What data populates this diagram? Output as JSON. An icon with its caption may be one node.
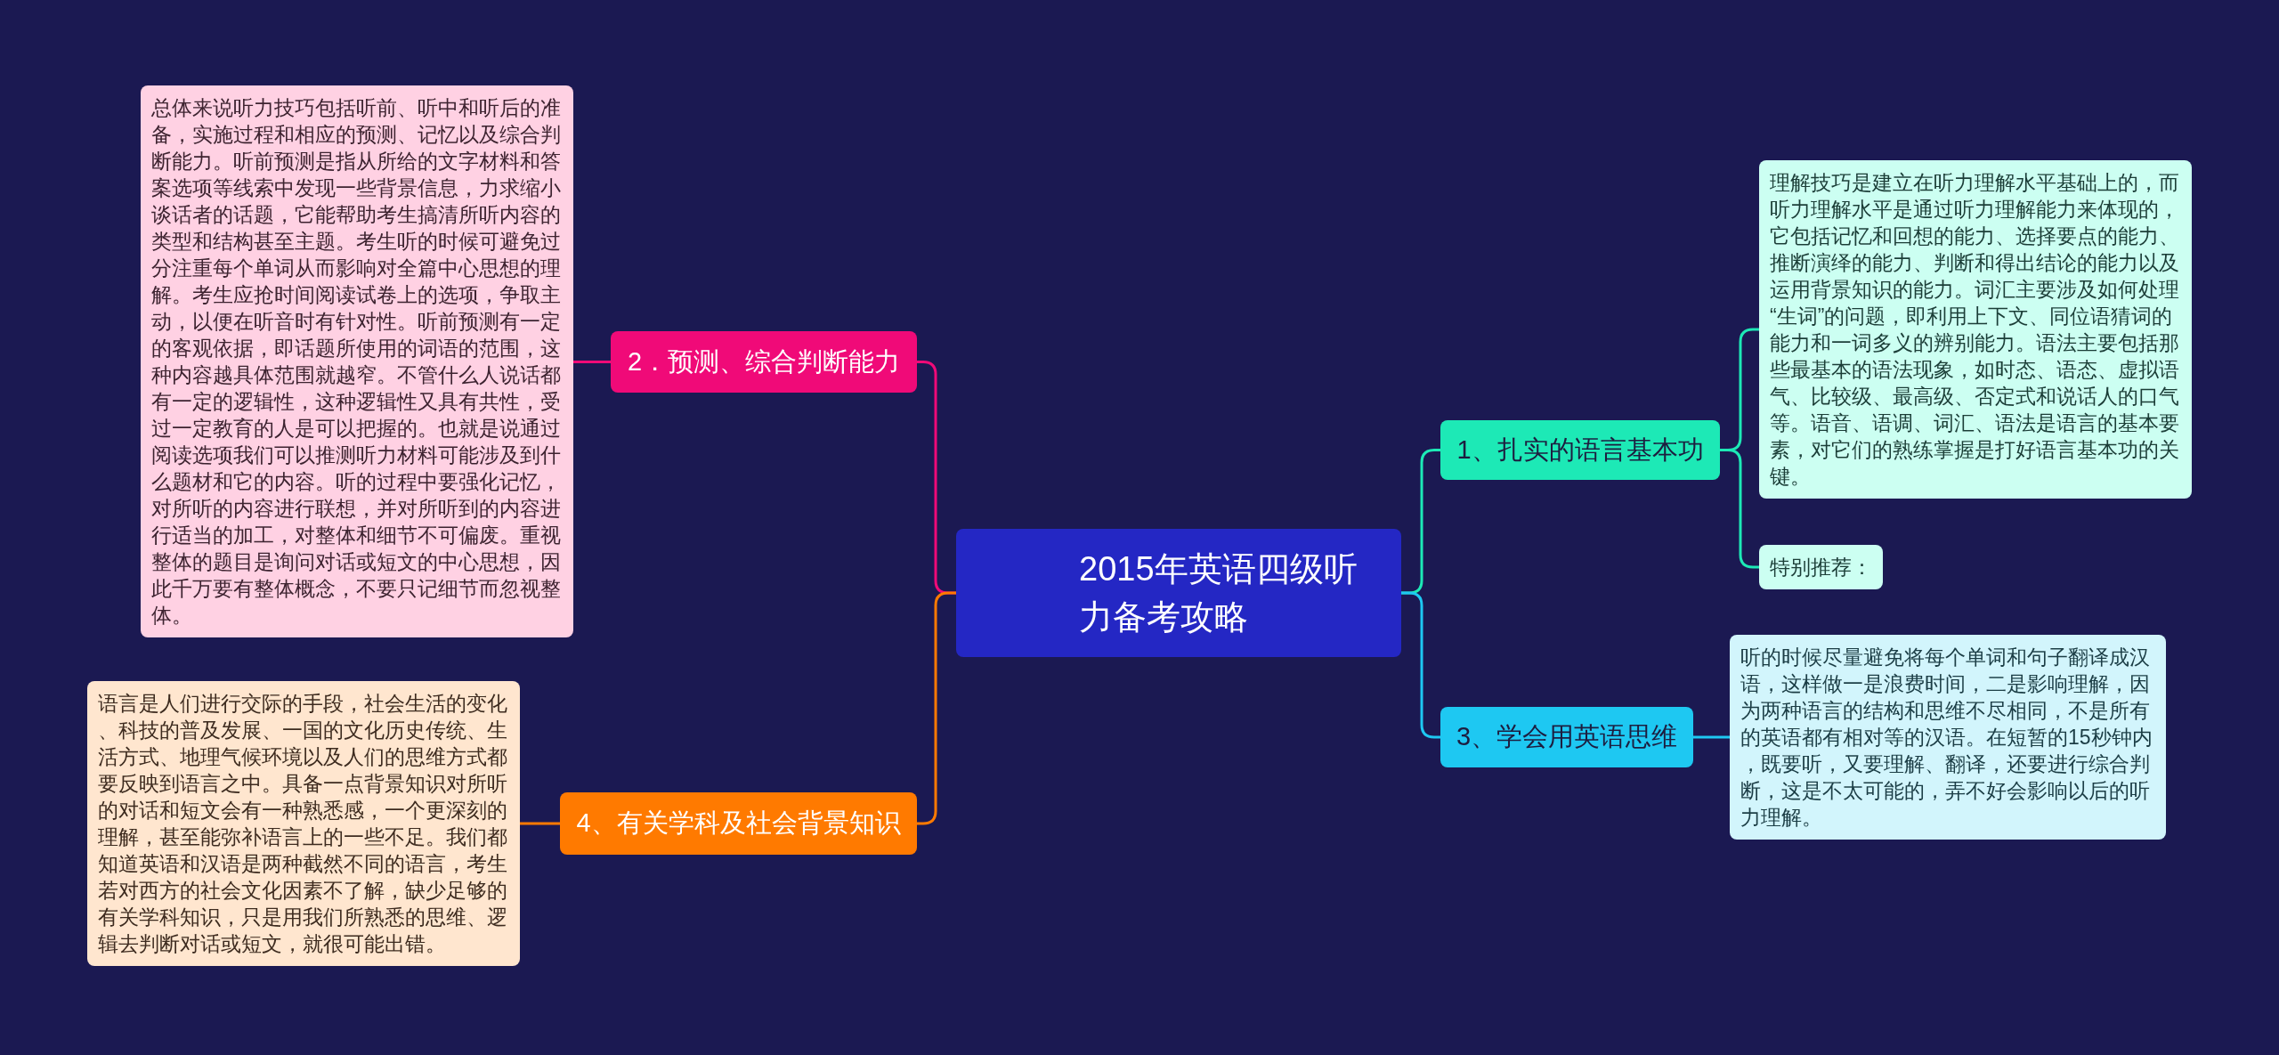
{
  "diagram": {
    "nodes": [
      {
        "text": [
          "2015年英语四级听力备考攻略"
        ]
      },
      {
        "text": [
          "1、扎实的语言基本功"
        ]
      },
      {
        "text": [
          "理解技巧是建立在听力理解水平基础上的，而听力理解水平是通过听力理解能力来体现的，它包括记忆和回想的能力、选择要点的能力、推断演绎的能力、判断和得出结论的能力以及运用背景知识的能力。词汇主要涉及如何处理“生词”的问题，即利用上下文、同位语猜词的能力和一词多义的辨别能力。语法主要包括那些最基本的语法现象，如时态、语态、虚拟语气、比较级、最高级、否定式和说话人的口气等。语音、语调、词汇、语法是语言的基本要素，对它们的熟练掌握是打好语言基本功的关键。"
        ]
      },
      {
        "text": [
          "特别推荐："
        ]
      },
      {
        "text": [
          "2．预测、综合判断能力"
        ]
      },
      {
        "text": [
          "总体来说听力技巧包括听前、听中和听后的准备，实施过程和相应的预测、记忆以及综合判断能力。听前预测是指从所给的文字材料和答案选项等线索中发现一些背景信息，力求缩小谈话者的话题，它能帮助考生搞清所听内容的类型和结构甚至主题。考生听的时候可避免过分注重每个单词从而影响对全篇中心思想的理解。考生应抢时间阅读试卷上的选项，争取主动，以便在听音时有针对性。听前预测有一定的客观依据，即话题所使用的词语的范围，这种内容越具体范围就越窄。不管什么人说话都有一定的逻辑性，这种逻辑性又具有共性，受过一定教育的人是可以把握的。也就是说通过阅读选项我们可以推测听力材料可能涉及到什么题材和它的内容。听的过程中要强化记忆，对所听的内容进行联想，并对所听到的内容进行适当的加工，对整体和细节不可偏废。重视整体的题目是询问对话或短文的中心思想，因此千万要有整体概念，不要只记细节而忽视整体。"
        ]
      },
      {
        "text": [
          "3、学会用英语思维"
        ]
      },
      {
        "text": [
          "听的时候尽量避免将每个单词和句子翻译成汉语，这样做一是浪费时间，二是影响理解，因为两种语言的结构和思维不尽相同，不是所有的英语都有相对等的汉语。在短暂的15秒钟内，既要听，又要理解、翻译，还要进行综合判断，这是不太可能的，弄不好会影响以后的听力理解。"
        ]
      },
      {
        "text": [
          "4、有关学科及社会背景知识"
        ]
      },
      {
        "text": [
          "语言是人们进行交际的手段，社会生活的变化、科技的普及发展、一国的文化历史传统、生活方式、地理气候环境以及人们的思维方式都要反映到语言之中。具备一点背景知识对所听的对话和短文会有一种熟悉感，一个更深刻的理解，甚至能弥补语言上的一些不足。我们都知道英语和汉语是两种截然不同的语言，考生若对西方的社会文化因素不了解，缺少足够的有关学科知识，只是用我们所熟悉的思维、逻辑去判断对话或短文，就很可能出错。"
        ]
      }
    ],
    "edges": [
      {
        "from": 0,
        "to": 1,
        "arrow": "none",
        "color": "#1de9b6"
      },
      {
        "from": 1,
        "to": 2,
        "arrow": "none",
        "color": "#1de9b6"
      },
      {
        "from": 1,
        "to": 3,
        "arrow": "none",
        "color": "#1de9b6"
      },
      {
        "from": 0,
        "to": 4,
        "arrow": "none",
        "color": "#f00a78"
      },
      {
        "from": 4,
        "to": 5,
        "arrow": "none",
        "color": "#f00a78"
      },
      {
        "from": 0,
        "to": 6,
        "arrow": "none",
        "color": "#1ec8f2"
      },
      {
        "from": 6,
        "to": 7,
        "arrow": "none",
        "color": "#1ec8f2"
      },
      {
        "from": 0,
        "to": 8,
        "arrow": "none",
        "color": "#ff7a00"
      },
      {
        "from": 8,
        "to": 9,
        "arrow": "none",
        "color": "#ff7a00"
      }
    ]
  }
}
